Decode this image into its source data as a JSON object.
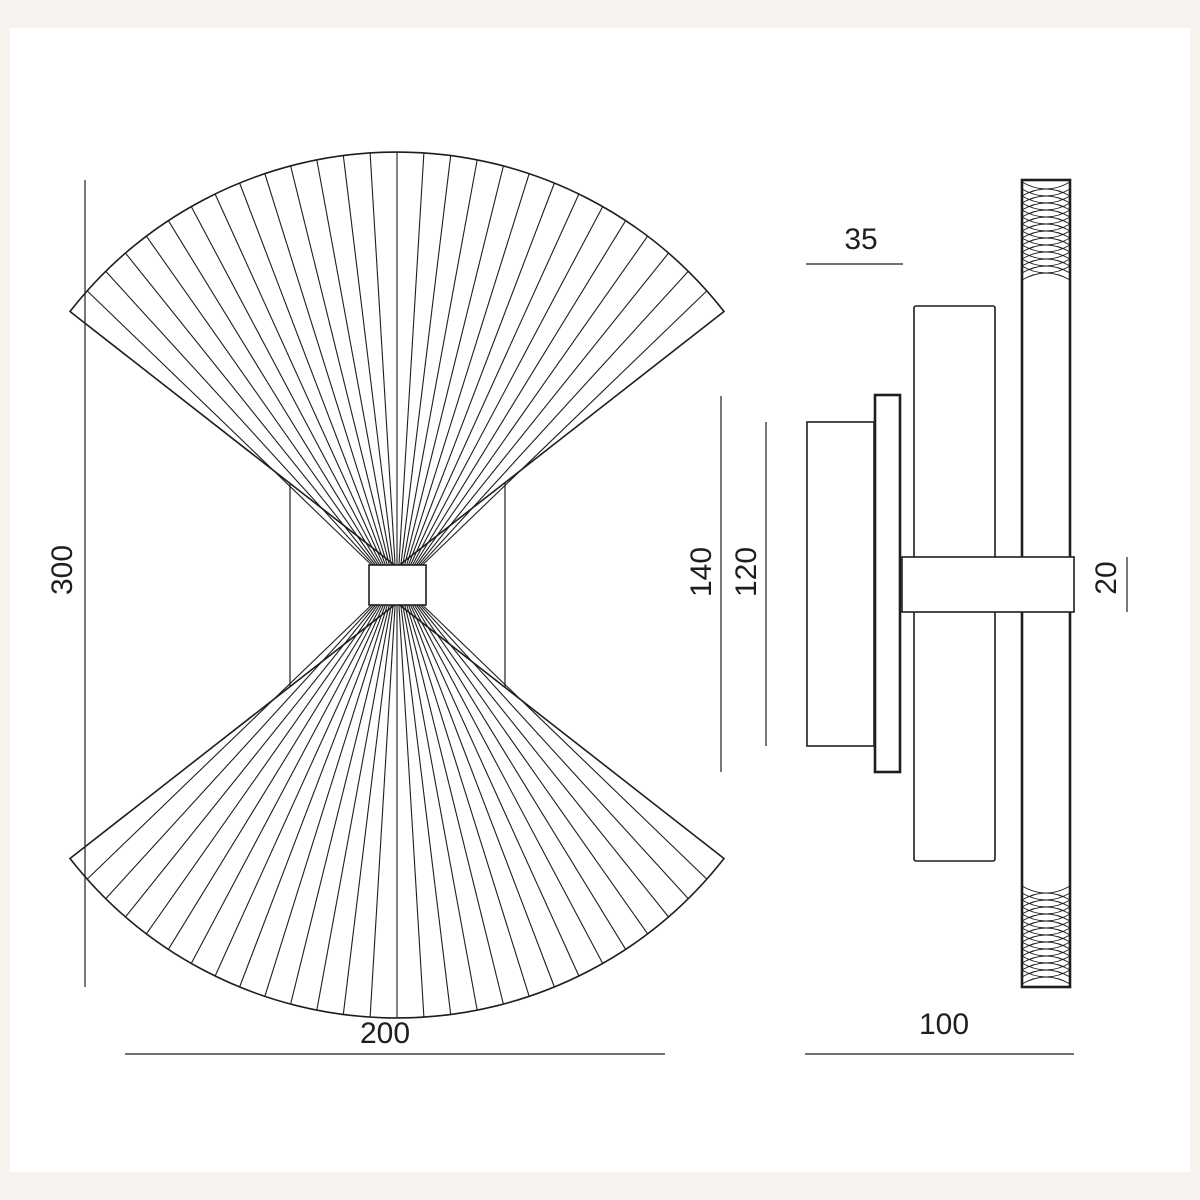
{
  "drawing": {
    "front_view": {
      "height_label": "300",
      "width_label": "200"
    },
    "side_view": {
      "depth_label": "100",
      "plate_depth_label": "35",
      "bracket_height_label": "140",
      "canopy_height_label": "120",
      "arm_height_label": "20"
    }
  },
  "colors": {
    "line": "#1e1e1e",
    "paper": "#ffffff",
    "background": "#f6f3ee"
  }
}
